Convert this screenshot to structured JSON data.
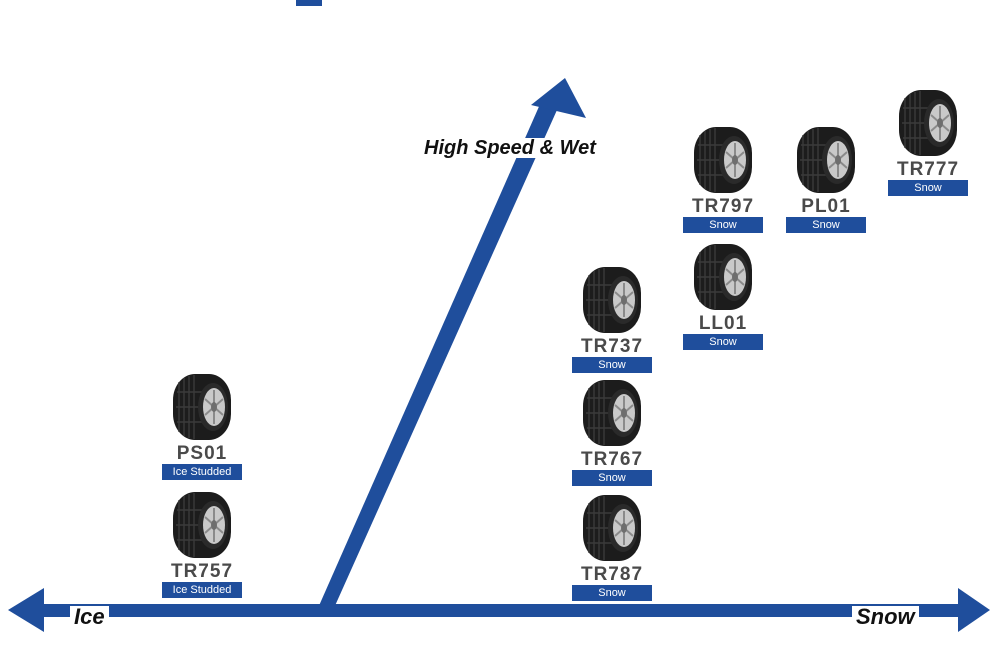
{
  "diagram": {
    "axes": {
      "left": "Ice",
      "right": "Snow",
      "up": "High Speed & Wet"
    },
    "accent_color": "#1f4e9c",
    "tires": [
      {
        "name": "TR777",
        "category": "Snow"
      },
      {
        "name": "TR797",
        "category": "Snow"
      },
      {
        "name": "PL01",
        "category": "Snow"
      },
      {
        "name": "LL01",
        "category": "Snow"
      },
      {
        "name": "TR737",
        "category": "Snow"
      },
      {
        "name": "TR767",
        "category": "Snow"
      },
      {
        "name": "TR787",
        "category": "Snow"
      },
      {
        "name": "PS01",
        "category": "Ice Studded"
      },
      {
        "name": "TR757",
        "category": "Ice Studded"
      }
    ]
  }
}
